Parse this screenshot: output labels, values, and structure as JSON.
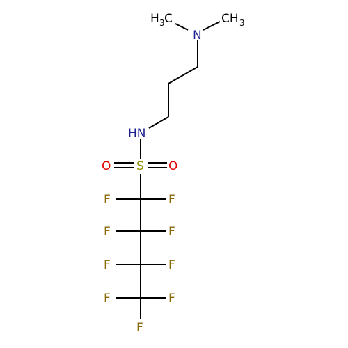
{
  "colors": {
    "bond": "#000000",
    "nitrogen": "#1f1f8f",
    "oxygen": "#e00000",
    "sulfur": "#8f8f00",
    "fluorine": "#8a6a00"
  },
  "atoms": {
    "n_amine": "N",
    "methyl_left": "H",
    "methyl_left_c": "C",
    "methyl_left_sub": "3",
    "methyl_right": "CH",
    "methyl_right_sub": "3",
    "nh": "HN",
    "s": "S",
    "o_left": "O",
    "o_right": "O",
    "f": "F"
  }
}
